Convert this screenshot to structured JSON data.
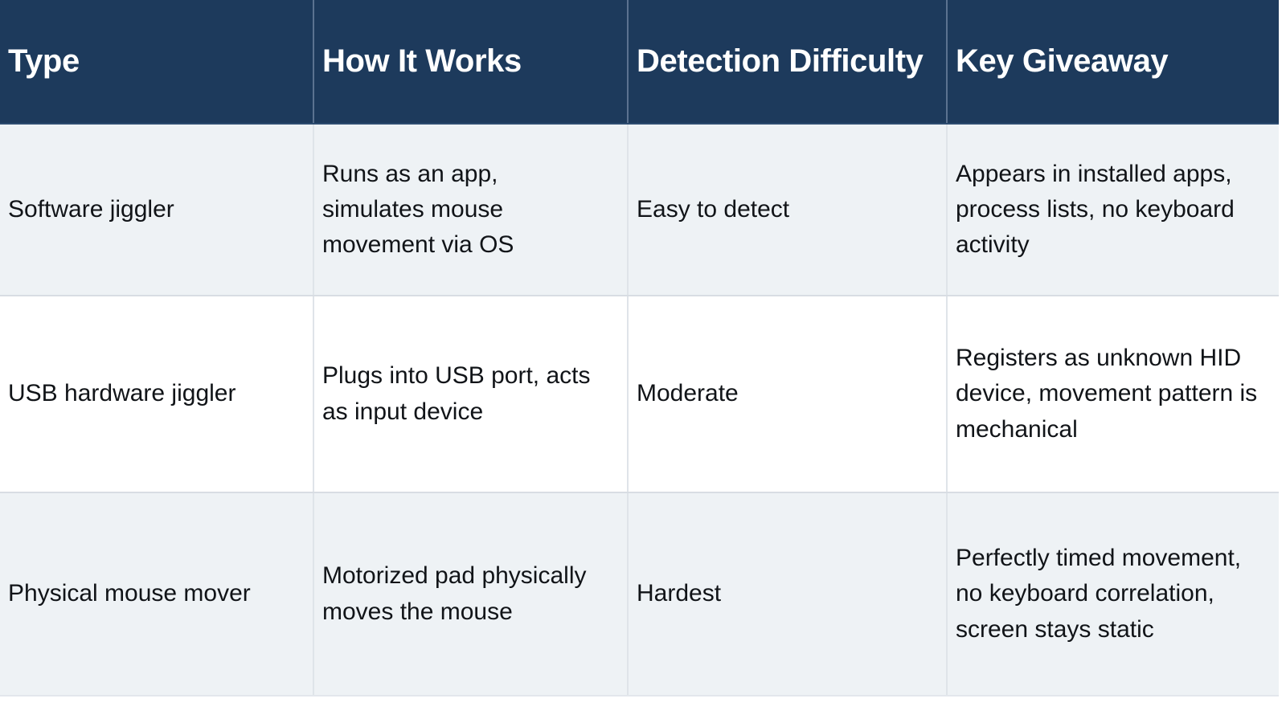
{
  "table": {
    "name": "mouse-jiggler-comparison-table",
    "colors": {
      "header_background": "#1d3a5c",
      "header_text": "#ffffff",
      "row_shade_background": "#eef2f5",
      "row_plain_background": "#ffffff",
      "body_text": "#111418",
      "cell_border": "#dfe4e9"
    },
    "columns": [
      {
        "key": "type",
        "label": "Type"
      },
      {
        "key": "how_it_works",
        "label": "How It Works"
      },
      {
        "key": "detection_difficulty",
        "label": "Detection Difficulty"
      },
      {
        "key": "key_giveaway",
        "label": "Key Giveaway"
      }
    ],
    "rows": [
      {
        "type": "Software jiggler",
        "how_it_works": "Runs as an app, simulates mouse movement via OS",
        "detection_difficulty": "Easy to detect",
        "key_giveaway": "Appears in installed apps, process lists, no keyboard activity"
      },
      {
        "type": "USB hardware jiggler",
        "how_it_works": "Plugs into USB port, acts as input device",
        "detection_difficulty": "Moderate",
        "key_giveaway": "Registers as unknown HID device, movement pattern is mechanical"
      },
      {
        "type": "Physical mouse mover",
        "how_it_works": "Motorized pad physically moves the mouse",
        "detection_difficulty": "Hardest",
        "key_giveaway": "Perfectly timed movement, no keyboard correlation, screen stays static"
      }
    ]
  }
}
